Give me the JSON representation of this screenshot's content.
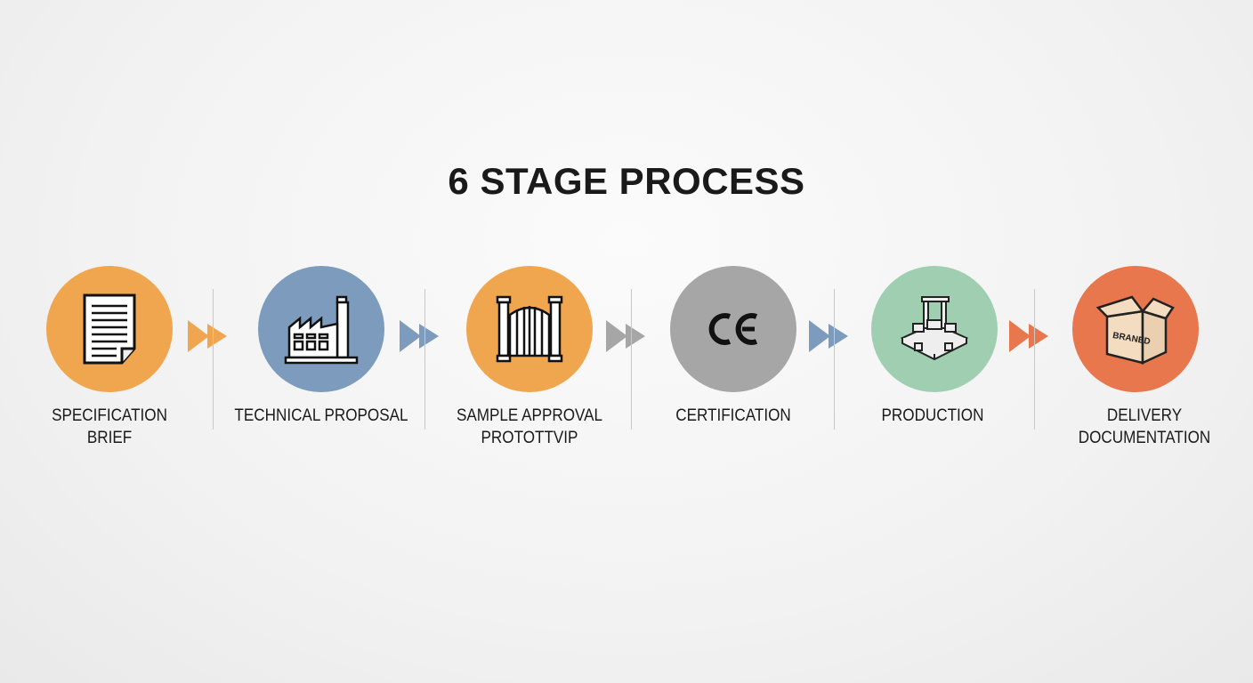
{
  "title": "6 STAGE PROCESS",
  "stages": [
    {
      "label_line1": "SPECIFICATION",
      "label_line2": "BRIEF",
      "icon": "document-icon",
      "color": "#f0a64f"
    },
    {
      "label_line1": "TECHNICAL PROPOSAL",
      "label_line2": "",
      "icon": "factory-icon",
      "color": "#7d9cbd"
    },
    {
      "label_line1": "SAMPLE APPROVAL",
      "label_line2": "PROTOTTVIP",
      "icon": "gate-icon",
      "color": "#f0a64f"
    },
    {
      "label_line1": "CERTIFICATION",
      "label_line2": "",
      "icon": "ce-mark-icon",
      "color": "#a6a6a6"
    },
    {
      "label_line1": "PRODUCTION",
      "label_line2": "",
      "icon": "machine-icon",
      "color": "#9fcfb0"
    },
    {
      "label_line1": "DELIVERY DOCUMENTATION",
      "label_line2": "",
      "icon": "box-icon",
      "color": "#e8774d",
      "box_text": "BRANED"
    }
  ],
  "arrow_colors": [
    "#f0a64f",
    "#7d9cbd",
    "#a6a6a6",
    "#7d9cbd",
    "#e8774d"
  ]
}
